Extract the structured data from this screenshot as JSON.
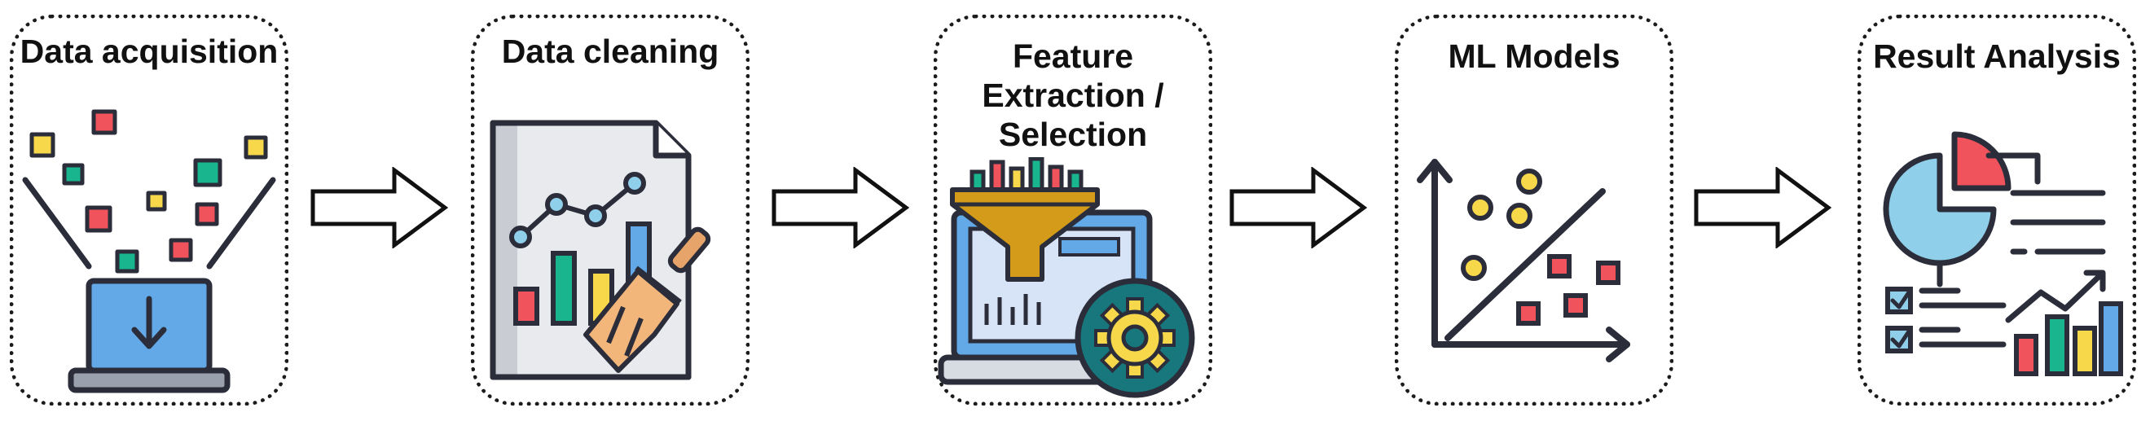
{
  "stages": [
    {
      "label": "Data acquisition",
      "icon": "laptop-download-icon"
    },
    {
      "label": "Data cleaning",
      "icon": "document-chart-broom-icon"
    },
    {
      "label": "Feature\nExtraction /\nSelection",
      "icon": "funnel-monitor-gear-icon"
    },
    {
      "label": "ML Models",
      "icon": "scatter-plot-icon"
    },
    {
      "label": "Result Analysis",
      "icon": "report-dashboard-icon"
    }
  ],
  "colors": {
    "outline": "#2b2e3a",
    "yellow": "#f7d84b",
    "red": "#f0535b",
    "teal": "#19b58f",
    "blue": "#63a9e8",
    "light_blue": "#8fcfe9",
    "orange": "#f2b57a",
    "gold": "#d49a19",
    "dark_teal": "#17777c"
  }
}
